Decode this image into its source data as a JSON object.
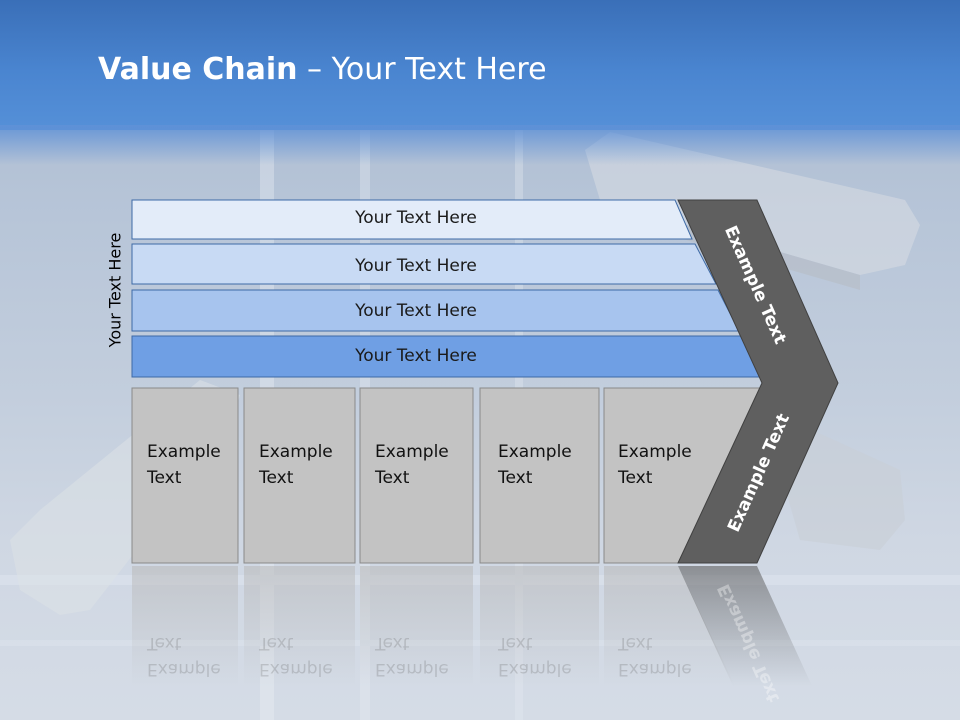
{
  "title": {
    "bold": "Value Chain",
    "rest": " – Your Text Here"
  },
  "side_label": "Your Text Here",
  "bands": [
    {
      "label": "Your Text Here"
    },
    {
      "label": "Your Text Here"
    },
    {
      "label": "Your Text Here"
    },
    {
      "label": "Your Text Here"
    }
  ],
  "boxes": [
    {
      "line1": "Example",
      "line2": "Text"
    },
    {
      "line1": "Example",
      "line2": "Text"
    },
    {
      "line1": "Example",
      "line2": "Text"
    },
    {
      "line1": "Example",
      "line2": "Text"
    },
    {
      "line1": "Example",
      "line2": "Text"
    }
  ],
  "arrow": {
    "upper": "Example Text",
    "lower": "Example Text"
  },
  "colors": {
    "band1": "#e3ecf9",
    "band2": "#c8daf4",
    "band3": "#a7c4ee",
    "band4": "#6f9fe4",
    "box": "#c3c3c3",
    "arrow": "#5f5f5f",
    "header": "#4a85d0"
  }
}
